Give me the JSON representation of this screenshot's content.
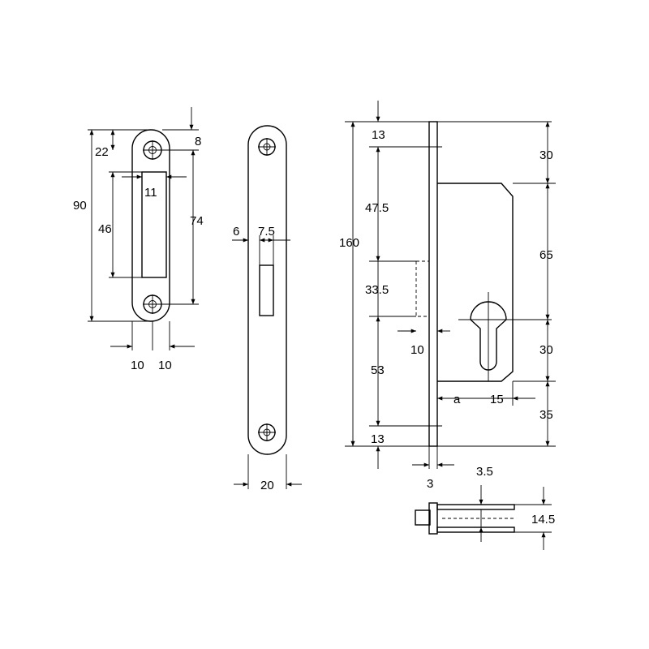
{
  "strike_plate": {
    "dimensions": {
      "height_total": "90",
      "top_offset": "22",
      "top_small": "8",
      "slot_width": "11",
      "slot_height": "46",
      "hole_spacing": "74",
      "left_half": "10",
      "right_half": "10"
    }
  },
  "faceplate": {
    "dimensions": {
      "edge_offset": "6",
      "slot_width": "7.5",
      "width": "20"
    }
  },
  "lock_body": {
    "dimensions": {
      "total_height": "160",
      "top_margin": "13",
      "upper_spacing": "47.5",
      "bolt_height": "33.5",
      "lower_spacing": "53",
      "bottom_margin": "13",
      "bolt_offset": "10",
      "face_thickness": "3",
      "right_top": "30",
      "case_height": "65",
      "cylinder_spacing": "30",
      "right_bottom": "35",
      "backset_label": "a",
      "cylinder_offset": "15"
    }
  },
  "side_view": {
    "dimensions": {
      "thickness_top": "3.5",
      "body_width": "14.5"
    }
  }
}
